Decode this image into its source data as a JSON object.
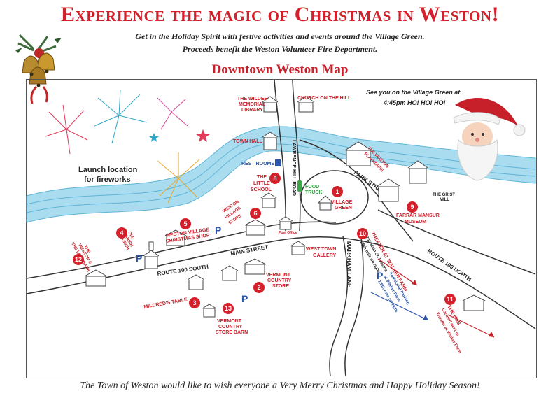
{
  "header": {
    "title": "Experience the magic of Christmas in Weston!",
    "subtitle_line1": "Get in the Holiday Spirit with festive activities and events around the Village Green.",
    "subtitle_line2": "Proceeds benefit the Weston Volunteer Fire Department.",
    "map_title": "Downtown Weston Map"
  },
  "footer": {
    "text": "The Town of Weston would like to wish everyone a Very Merry Christmas and Happy Holiday Season!"
  },
  "santa_message": {
    "line1": "See you on the Village Green at",
    "line2": "4:45pm HO! HO! HO!"
  },
  "fireworks": {
    "line1": "Launch location",
    "line2": "for fireworks"
  },
  "roads": {
    "lawrence_hill": "LAWRENCE HILL ROAD",
    "park_street": "PARK STREET",
    "main_street": "MAIN STREET",
    "route100_south": "ROUTE 100 SOUTH",
    "markham_lane": "MARKHAM LANE",
    "route100_north": "ROUTE 100 NORTH"
  },
  "labels": {
    "wilder_1": "THE WILDER",
    "wilder_2": "MEMORIAL",
    "wilder_3": "LIBRARY",
    "church_on_hill": "CHURCH ON THE HILL",
    "town_hall": "TOWN HALL",
    "rest_rooms": "REST ROOMS",
    "little_school_1": "THE",
    "little_school_2": "LITTLE",
    "little_school_3": "SCHOOL",
    "food_truck_1": "FOOD",
    "food_truck_2": "TRUCK",
    "village_green_1": "VILLAGE",
    "village_green_2": "GREEN",
    "playhouse_1": "THE WESTON",
    "playhouse_2": "PLAYHOUSE",
    "grist_mill_1": "THE GRIST",
    "grist_mill_2": "MILL",
    "farrar_1": "FARRAR MANSUR",
    "farrar_2": "MUSEUM",
    "weston_store_1": "WESTON",
    "weston_store_2": "VILLAGE",
    "weston_store_3": "STORE",
    "post_office": "Post Office",
    "xmas_shop_1": "WESTON VILLAGE",
    "xmas_shop_2": "CHRISTMAS SHOP",
    "old_parish_1": "OLD",
    "old_parish_2": "PARISH",
    "old_parish_3": "CHURCH",
    "left_bank_1": "THE",
    "left_bank_2": "WESTON &",
    "left_bank_3": "THE LEFT BANK",
    "west_town_1": "WEST TOWN",
    "west_town_2": "GALLERY",
    "vermont_store_1": "VERMONT",
    "vermont_store_2": "COUNTRY",
    "vermont_store_3": "STORE",
    "mildreds": "MILDRED'S TABLE",
    "vcs_barn_1": "VERMONT",
    "vcs_barn_2": "COUNTRY",
    "vcs_barn_3": "STORE BARN",
    "theater_1": "THEATER AT WALKER FARM",
    "theater_2": "705 Main St, Weston",
    "theater_3": "1/8th mile on right",
    "addl_parking_1": "Additional Parking",
    "addl_parking_2": "at Walker Farm",
    "addl_parking_3": "1/8th mile on right",
    "hub_1": "THE HUB",
    "hub_2": "Located next to",
    "hub_3": "Theater at Walker Farm",
    "parking": "P"
  },
  "markers": [
    "1",
    "2",
    "3",
    "4",
    "5",
    "6",
    "8",
    "9",
    "10",
    "11",
    "12",
    "13"
  ],
  "colors": {
    "accent_red": "#d4202a",
    "river": "#7fcbe3",
    "road": "#333333",
    "parking_blue": "#2a55a8",
    "food_truck_green": "#3aa648"
  },
  "icons": [
    "bells-ornament-icon",
    "santa-icon",
    "fireworks-icon",
    "building-icon",
    "restroom-icon",
    "food-truck-icon",
    "parking-icon"
  ]
}
